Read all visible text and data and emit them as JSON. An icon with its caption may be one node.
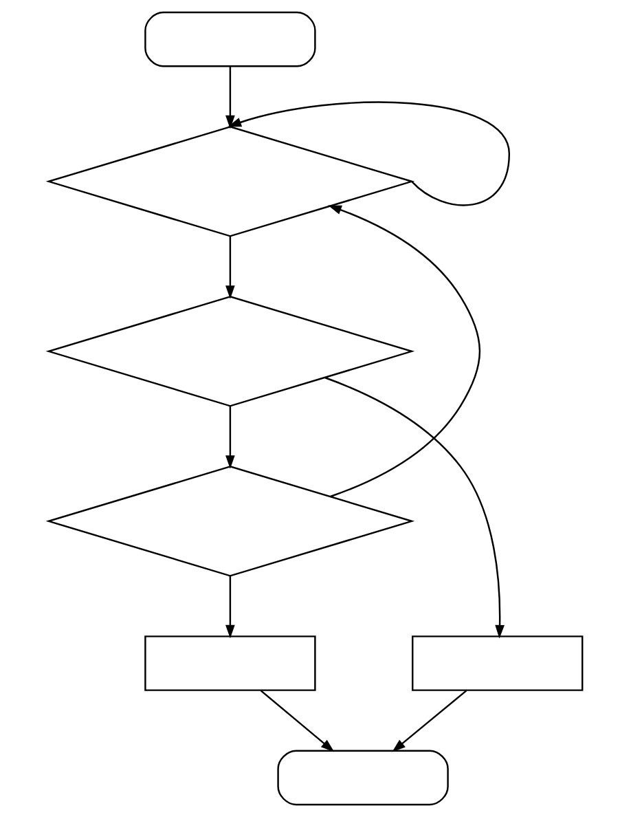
{
  "diagram": {
    "nodes": [
      {
        "text": [],
        "shape": "terminal"
      },
      {
        "text": [],
        "shape": "diamond"
      },
      {
        "text": [],
        "shape": "diamond"
      },
      {
        "text": [],
        "shape": "diamond"
      },
      {
        "text": [],
        "shape": "box"
      },
      {
        "text": [],
        "shape": "box"
      },
      {
        "text": [],
        "shape": "terminal"
      }
    ],
    "edges": [
      {
        "from": 0,
        "to": 1,
        "arrow": "to"
      },
      {
        "from": 1,
        "to": 1,
        "arrow": "to"
      },
      {
        "from": 1,
        "to": 2,
        "arrow": "to"
      },
      {
        "from": 2,
        "to": 5,
        "arrow": "to"
      },
      {
        "from": 2,
        "to": 3,
        "arrow": "to"
      },
      {
        "from": 3,
        "to": 1,
        "arrow": "to"
      },
      {
        "from": 3,
        "to": 4,
        "arrow": "to"
      },
      {
        "from": 4,
        "to": 6,
        "arrow": "to"
      },
      {
        "from": 5,
        "to": 6,
        "arrow": "to"
      }
    ]
  }
}
